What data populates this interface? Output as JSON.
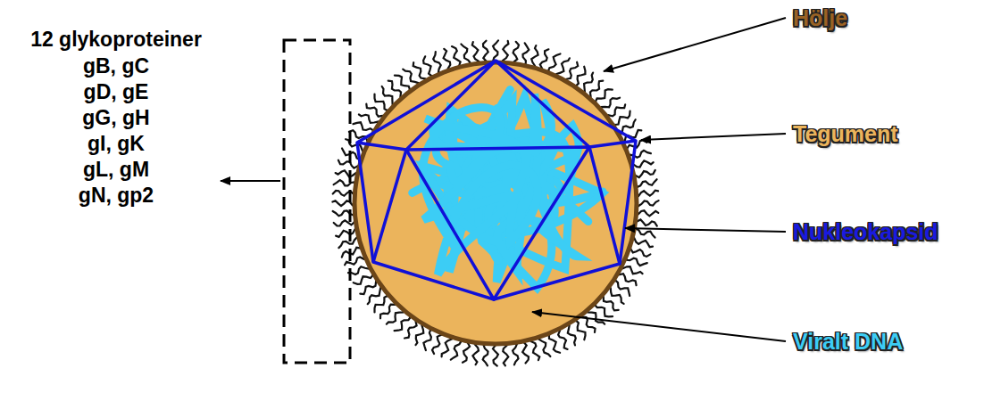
{
  "diagram": {
    "labels": [
      "12 glykoproteiner",
      "gB, gC",
      "gD, gE",
      "gG, gH",
      "gI, gK",
      "gL, gM",
      "gN, gp2",
      "Hölje",
      "Tegument",
      "Nukleokapsid",
      "Viralt DNA"
    ]
  }
}
